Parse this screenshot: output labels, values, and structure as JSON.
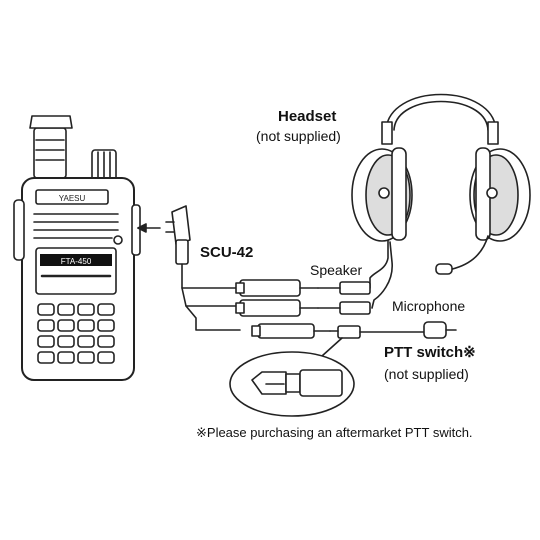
{
  "headset": {
    "title": "Headset",
    "note": "(not supplied)"
  },
  "adapter": {
    "model": "SCU-42"
  },
  "plugs": {
    "speaker": "Speaker",
    "microphone": "Microphone"
  },
  "ptt": {
    "title": "PTT switch※",
    "note": "(not supplied)"
  },
  "footnote": "※Please purchasing an aftermarket PTT switch.",
  "radio": {
    "brand": "YAESU",
    "display": "FTA-450",
    "keypad": [
      "",
      "",
      "",
      "",
      "",
      "",
      "",
      "",
      "",
      "",
      "",
      "",
      "",
      "",
      "",
      ""
    ]
  },
  "icons": [
    "radio",
    "headset",
    "adapter-cable",
    "ptt-switch",
    "arrow"
  ]
}
